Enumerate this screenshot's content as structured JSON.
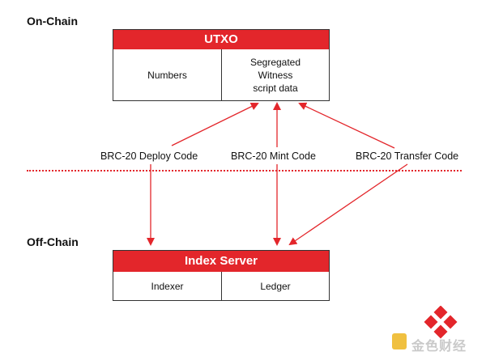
{
  "on_chain": {
    "title": "On-Chain",
    "utxo_box": {
      "header": "UTXO",
      "left_cell": "Numbers",
      "right_cell_lines": [
        "Segregated",
        "Witness",
        "script data"
      ]
    }
  },
  "off_chain": {
    "title": "Off-Chain",
    "index_box": {
      "header": "Index Server",
      "left_cell": "Indexer",
      "right_cell": "Ledger"
    }
  },
  "codes": {
    "deploy": "BRC-20 Deploy Code",
    "mint": "BRC-20 Mint Code",
    "transfer": "BRC-20 Transfer Code"
  },
  "watermark": {
    "text": "金色财经"
  },
  "colors": {
    "accent": "#e3262b",
    "text": "#111111",
    "border": "#333333"
  }
}
